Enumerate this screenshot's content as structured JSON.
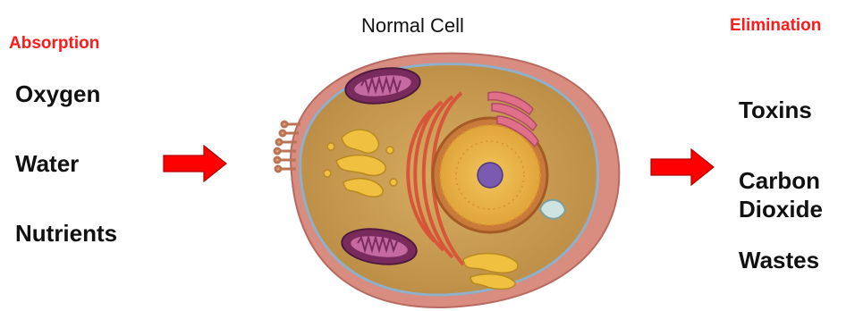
{
  "title": "Normal Cell",
  "absorption": {
    "heading": "Absorption",
    "items": [
      "Oxygen",
      "Water",
      "Nutrients"
    ]
  },
  "elimination": {
    "heading": "Elimination",
    "items": [
      "Toxins",
      "Carbon",
      "Dioxide",
      "Wastes"
    ]
  },
  "colors": {
    "heading_red": "#ff1a1a",
    "arrow_red": "#ff0000",
    "membrane_pink": "#d98c80",
    "cytoplasm": "#c99a4f"
  }
}
